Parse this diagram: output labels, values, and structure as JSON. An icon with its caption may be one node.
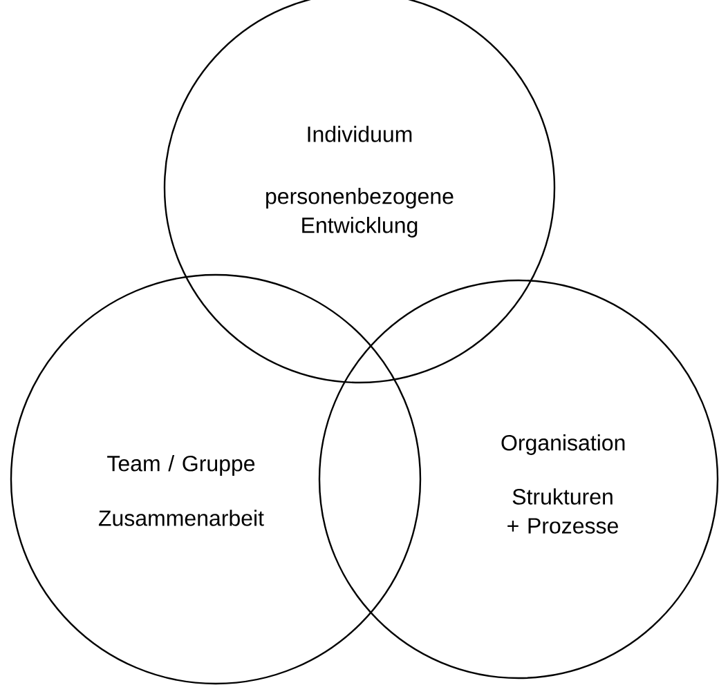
{
  "diagram": {
    "nodes": [
      {
        "text": [
          "Individuum",
          "personenbezogene Entwicklung"
        ]
      },
      {
        "text": [
          "Team / Gruppe",
          "Zusammenarbeit"
        ]
      },
      {
        "text": [
          "Organisation",
          "Strukturen + Prozesse"
        ]
      }
    ]
  }
}
